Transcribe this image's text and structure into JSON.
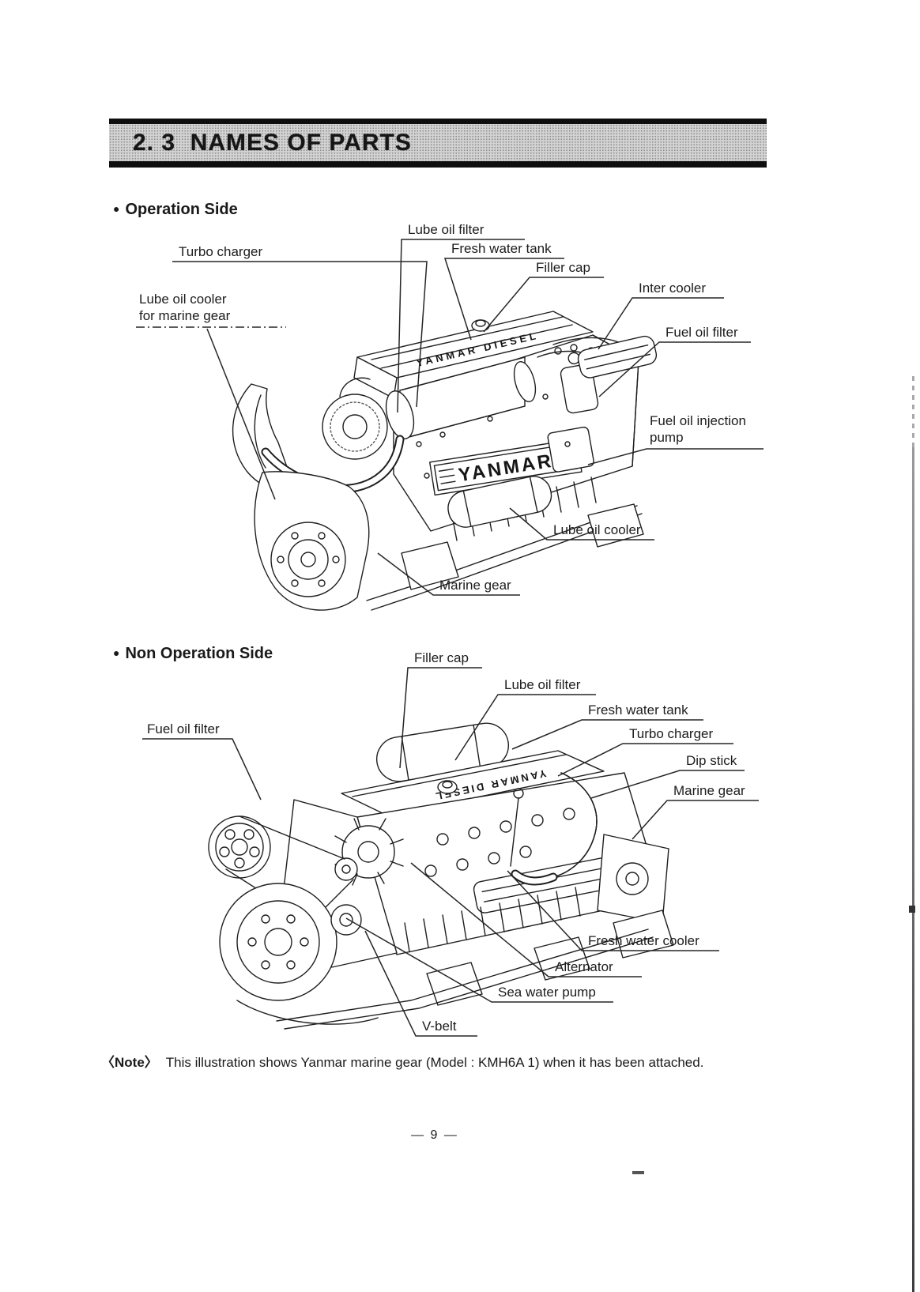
{
  "header": {
    "title": "2. 3  NAMES OF PARTS"
  },
  "operation_side": {
    "heading": "Operation Side",
    "engine_text": {
      "valve_cover": "YANMAR DIESEL",
      "side_plate": "YANMAR"
    },
    "labels": [
      "Lube oil filter",
      "Turbo charger",
      "Fresh water tank",
      "Filler cap",
      "Inter cooler",
      "Fuel oil filter",
      "Lube oil cooler\nfor marine gear",
      "Fuel oil injection\npump",
      "Lube oil cooler",
      "Marine gear"
    ]
  },
  "non_operation_side": {
    "heading": "Non Operation Side",
    "engine_text": {
      "valve_cover": "YANMAR DIESEL"
    },
    "labels": [
      "Filler cap",
      "Lube oil filter",
      "Fresh water tank",
      "Turbo charger",
      "Dip stick",
      "Marine gear",
      "Fuel oil filter",
      "Fresh water cooler",
      "Alternator",
      "Sea water pump",
      "V-belt"
    ]
  },
  "note": {
    "prefix": "〈Note〉",
    "text": "This illustration shows Yanmar marine gear (Model : KMH6A 1) when it has been attached."
  },
  "footer": {
    "page_number": "— 9 —"
  },
  "colors": {
    "ink": "#1a1a1a",
    "halftone_gray": "#d3d3d3"
  }
}
